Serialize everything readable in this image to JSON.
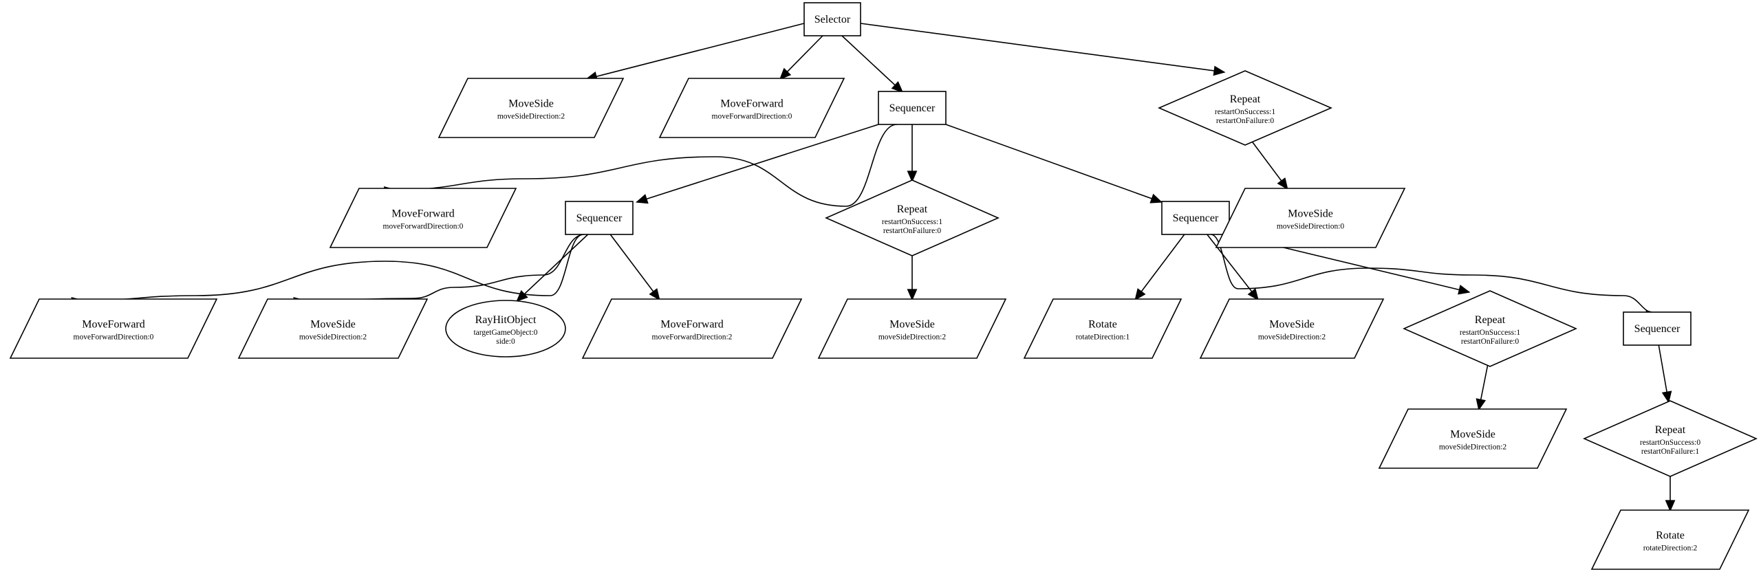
{
  "diagram": {
    "nodes": {
      "selector": {
        "label": "Selector",
        "params": []
      },
      "n_ms1": {
        "label": "MoveSide",
        "params": [
          "moveSideDirection:2"
        ]
      },
      "n_mf1": {
        "label": "MoveForward",
        "params": [
          "moveForwardDirection:0"
        ]
      },
      "seq1": {
        "label": "Sequencer",
        "params": []
      },
      "rep1": {
        "label": "Repeat",
        "params": [
          "restartOnSuccess:1",
          "restartOnFailure:0"
        ]
      },
      "n_mf2": {
        "label": "MoveForward",
        "params": [
          "moveForwardDirection:0"
        ]
      },
      "seq2": {
        "label": "Sequencer",
        "params": []
      },
      "rep2": {
        "label": "Repeat",
        "params": [
          "restartOnSuccess:1",
          "restartOnFailure:0"
        ]
      },
      "seq3": {
        "label": "Sequencer",
        "params": []
      },
      "n_ms2": {
        "label": "MoveSide",
        "params": [
          "moveSideDirection:0"
        ]
      },
      "n_mf3": {
        "label": "MoveForward",
        "params": [
          "moveForwardDirection:0"
        ]
      },
      "n_ms3": {
        "label": "MoveSide",
        "params": [
          "moveSideDirection:2"
        ]
      },
      "rayhit": {
        "label": "RayHitObject",
        "params": [
          "targetGameObject:0",
          "side:0"
        ]
      },
      "n_mf4": {
        "label": "MoveForward",
        "params": [
          "moveForwardDirection:2"
        ]
      },
      "n_ms4": {
        "label": "MoveSide",
        "params": [
          "moveSideDirection:2"
        ]
      },
      "n_rot1": {
        "label": "Rotate",
        "params": [
          "rotateDirection:1"
        ]
      },
      "n_ms5": {
        "label": "MoveSide",
        "params": [
          "moveSideDirection:2"
        ]
      },
      "rep3": {
        "label": "Repeat",
        "params": [
          "restartOnSuccess:1",
          "restartOnFailure:0"
        ]
      },
      "seq4": {
        "label": "Sequencer",
        "params": []
      },
      "n_ms6": {
        "label": "MoveSide",
        "params": [
          "moveSideDirection:2"
        ]
      },
      "rep4": {
        "label": "Repeat",
        "params": [
          "restartOnSuccess:0",
          "restartOnFailure:1"
        ]
      },
      "n_rot2": {
        "label": "Rotate",
        "params": [
          "rotateDirection:2"
        ]
      }
    },
    "edges": [
      [
        "selector",
        "n_ms1"
      ],
      [
        "selector",
        "n_mf1"
      ],
      [
        "selector",
        "seq1"
      ],
      [
        "selector",
        "rep1"
      ],
      [
        "seq1",
        "n_mf2"
      ],
      [
        "seq1",
        "seq2"
      ],
      [
        "seq1",
        "rep2"
      ],
      [
        "seq1",
        "seq3"
      ],
      [
        "rep1",
        "n_ms2"
      ],
      [
        "seq2",
        "n_mf3"
      ],
      [
        "seq2",
        "n_ms3"
      ],
      [
        "seq2",
        "rayhit"
      ],
      [
        "seq2",
        "n_mf4"
      ],
      [
        "rep2",
        "n_ms4"
      ],
      [
        "seq3",
        "n_rot1"
      ],
      [
        "seq3",
        "n_ms5"
      ],
      [
        "seq3",
        "rep3"
      ],
      [
        "seq3",
        "seq4"
      ],
      [
        "rep3",
        "n_ms6"
      ],
      [
        "seq4",
        "rep4"
      ],
      [
        "rep4",
        "n_rot2"
      ]
    ]
  }
}
